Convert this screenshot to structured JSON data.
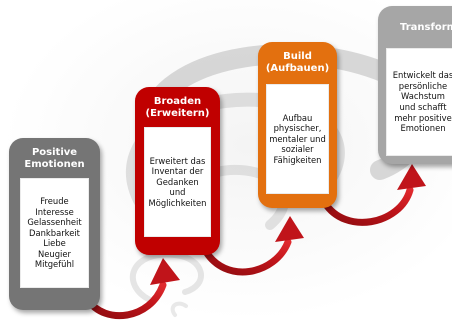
{
  "colors": {
    "positive_card": "#757575",
    "broaden_card": "#c00000",
    "build_card": "#e3700f",
    "transform_card": "#a6a6a6",
    "arrow": "#c0141a",
    "swirl": "#c8c8c8"
  },
  "cards": [
    {
      "title_lines": [
        "Positive",
        "Emotionen"
      ],
      "body_lines": [
        "Freude",
        "Interesse",
        "Gelassenheit",
        "Dankbarkeit",
        "Liebe",
        "Neugier",
        "Mitgefühl"
      ]
    },
    {
      "title_lines": [
        "Broaden",
        "(Erweitern)"
      ],
      "body_lines": [
        "Erweitert das",
        "Inventar der",
        "Gedanken",
        "und",
        "Möglichkeiten"
      ]
    },
    {
      "title_lines": [
        "Build",
        "(Aufbauen)"
      ],
      "body_lines": [
        "Aufbau",
        "physischer,",
        "mentaler und",
        "sozialer",
        "Fähigkeiten"
      ]
    },
    {
      "title_lines": [
        "Transform"
      ],
      "body_lines": [
        "Entwickelt das",
        "persönliche",
        "Wachstum",
        "und schafft",
        "mehr positive",
        "Emotionen"
      ]
    }
  ]
}
